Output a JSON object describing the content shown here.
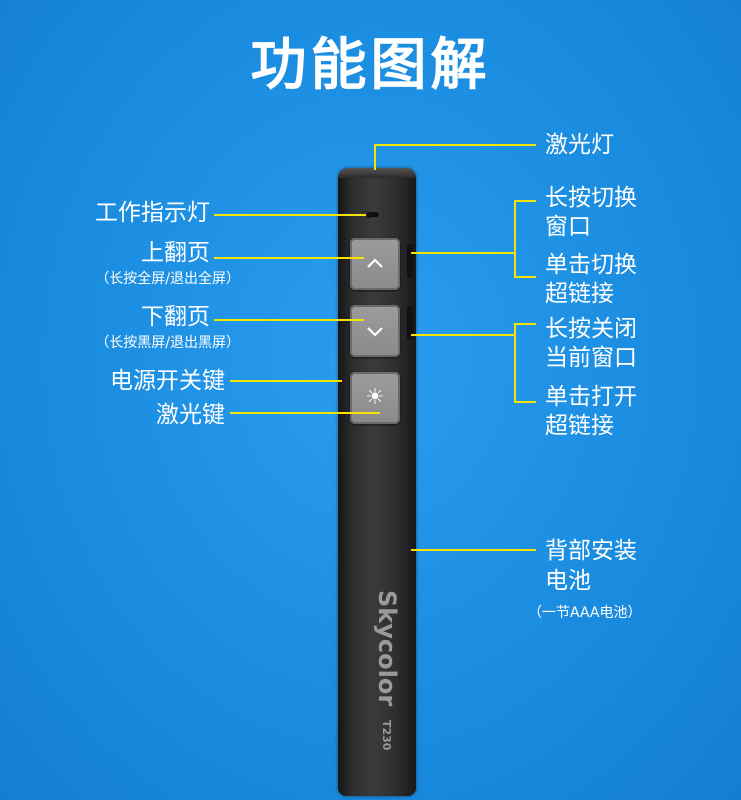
{
  "title": "功能图解",
  "left_labels": {
    "indicator": "工作指示灯",
    "page_up": "上翻页",
    "page_up_note": "（长按全屏/退出全屏）",
    "page_down": "下翻页",
    "page_down_note": "（长按黑屏/退出黑屏）",
    "power": "电源开关键",
    "laser_key": "激光键"
  },
  "right_labels": {
    "laser_light": "激光灯",
    "hold_switch_1": "长按切换",
    "hold_switch_2": "窗口",
    "click_switch_1": "单击切换",
    "click_switch_2": "超链接",
    "hold_close_1": "长按关闭",
    "hold_close_2": "当前窗口",
    "click_open_1": "单击打开",
    "click_open_2": "超链接",
    "battery_1": "背部安装",
    "battery_2": "电池",
    "battery_note": "（一节AAA电池）"
  },
  "device": {
    "brand": "Skycolor",
    "model": "T230",
    "laser_key_symbol": "☀"
  },
  "colors": {
    "background": "#1d8fe1",
    "leader_line": "#f5e400",
    "text": "#ffffff",
    "device_body": "#2e2e2e",
    "button": "#9c9c9e"
  }
}
